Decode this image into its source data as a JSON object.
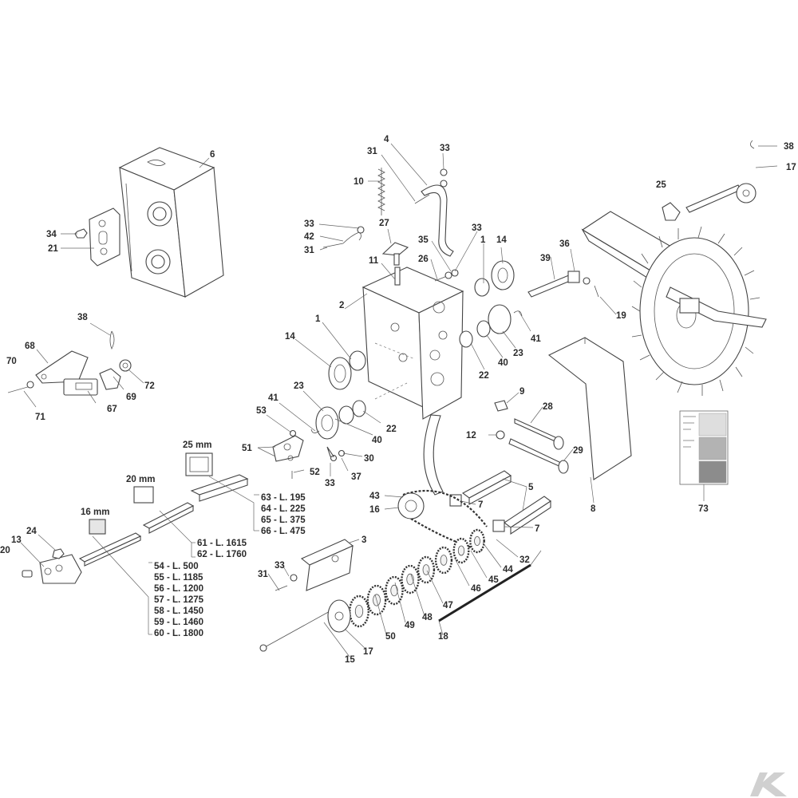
{
  "diagram": {
    "callouts": [
      {
        "id": "6",
        "text": "6"
      },
      {
        "id": "34",
        "text": "34"
      },
      {
        "id": "21",
        "text": "21"
      },
      {
        "id": "38a",
        "text": "38"
      },
      {
        "id": "68",
        "text": "68"
      },
      {
        "id": "70",
        "text": "70"
      },
      {
        "id": "71",
        "text": "71"
      },
      {
        "id": "67",
        "text": "67"
      },
      {
        "id": "69",
        "text": "69"
      },
      {
        "id": "72",
        "text": "72"
      },
      {
        "id": "25mm",
        "text": "25 mm"
      },
      {
        "id": "20mm",
        "text": "20 mm"
      },
      {
        "id": "16mm",
        "text": "16 mm"
      },
      {
        "id": "24",
        "text": "24"
      },
      {
        "id": "13",
        "text": "13"
      },
      {
        "id": "20",
        "text": "20"
      },
      {
        "id": "4",
        "text": "4"
      },
      {
        "id": "33a",
        "text": "33"
      },
      {
        "id": "31a",
        "text": "31"
      },
      {
        "id": "10",
        "text": "10"
      },
      {
        "id": "33b",
        "text": "33"
      },
      {
        "id": "42",
        "text": "42"
      },
      {
        "id": "31b",
        "text": "31"
      },
      {
        "id": "27",
        "text": "27"
      },
      {
        "id": "35",
        "text": "35"
      },
      {
        "id": "33c",
        "text": "33"
      },
      {
        "id": "26",
        "text": "26"
      },
      {
        "id": "11",
        "text": "11"
      },
      {
        "id": "1a",
        "text": "1"
      },
      {
        "id": "14a",
        "text": "14"
      },
      {
        "id": "2",
        "text": "2"
      },
      {
        "id": "1b",
        "text": "1"
      },
      {
        "id": "14b",
        "text": "14"
      },
      {
        "id": "41a",
        "text": "41"
      },
      {
        "id": "23a",
        "text": "23"
      },
      {
        "id": "40a",
        "text": "40"
      },
      {
        "id": "22a",
        "text": "22"
      },
      {
        "id": "23b",
        "text": "23"
      },
      {
        "id": "41b",
        "text": "41"
      },
      {
        "id": "53",
        "text": "53"
      },
      {
        "id": "40b",
        "text": "40"
      },
      {
        "id": "22b",
        "text": "22"
      },
      {
        "id": "51",
        "text": "51"
      },
      {
        "id": "52",
        "text": "52"
      },
      {
        "id": "33d",
        "text": "33"
      },
      {
        "id": "37",
        "text": "37"
      },
      {
        "id": "30",
        "text": "30"
      },
      {
        "id": "38b",
        "text": "38"
      },
      {
        "id": "17a",
        "text": "17"
      },
      {
        "id": "25",
        "text": "25"
      },
      {
        "id": "36",
        "text": "36"
      },
      {
        "id": "39",
        "text": "39"
      },
      {
        "id": "19",
        "text": "19"
      },
      {
        "id": "9",
        "text": "9"
      },
      {
        "id": "28",
        "text": "28"
      },
      {
        "id": "12",
        "text": "12"
      },
      {
        "id": "29",
        "text": "29"
      },
      {
        "id": "5",
        "text": "5"
      },
      {
        "id": "7a",
        "text": "7"
      },
      {
        "id": "7b",
        "text": "7"
      },
      {
        "id": "8",
        "text": "8"
      },
      {
        "id": "73",
        "text": "73"
      },
      {
        "id": "43",
        "text": "43"
      },
      {
        "id": "16",
        "text": "16"
      },
      {
        "id": "3",
        "text": "3"
      },
      {
        "id": "32",
        "text": "32"
      },
      {
        "id": "44",
        "text": "44"
      },
      {
        "id": "45",
        "text": "45"
      },
      {
        "id": "46",
        "text": "46"
      },
      {
        "id": "47",
        "text": "47"
      },
      {
        "id": "48",
        "text": "48"
      },
      {
        "id": "49",
        "text": "49"
      },
      {
        "id": "50",
        "text": "50"
      },
      {
        "id": "18",
        "text": "18"
      },
      {
        "id": "33e",
        "text": "33"
      },
      {
        "id": "31c",
        "text": "31"
      },
      {
        "id": "15",
        "text": "15"
      },
      {
        "id": "17b",
        "text": "17"
      }
    ],
    "length_tables": {
      "t25": [
        "63 - L. 195",
        "64 - L. 225",
        "65 - L. 375",
        "66 - L. 475"
      ],
      "t20": [
        "61 - L. 1615",
        "62 - L. 1760"
      ],
      "t16": [
        "54 - L. 500",
        "55 - L. 1185",
        "56 - L. 1200",
        "57 - L. 1275",
        "58 - L. 1450",
        "59 - L. 1460",
        "60 - L. 1800"
      ]
    },
    "colors": {
      "line": "#444444",
      "label": "#2b2b2b",
      "swatch_light": "#dedede",
      "swatch_mid": "#b3b3b3",
      "swatch_dark": "#8c8c8c",
      "bar_16mm": "#c8c8c8",
      "logo": "#d0d0d0"
    }
  }
}
